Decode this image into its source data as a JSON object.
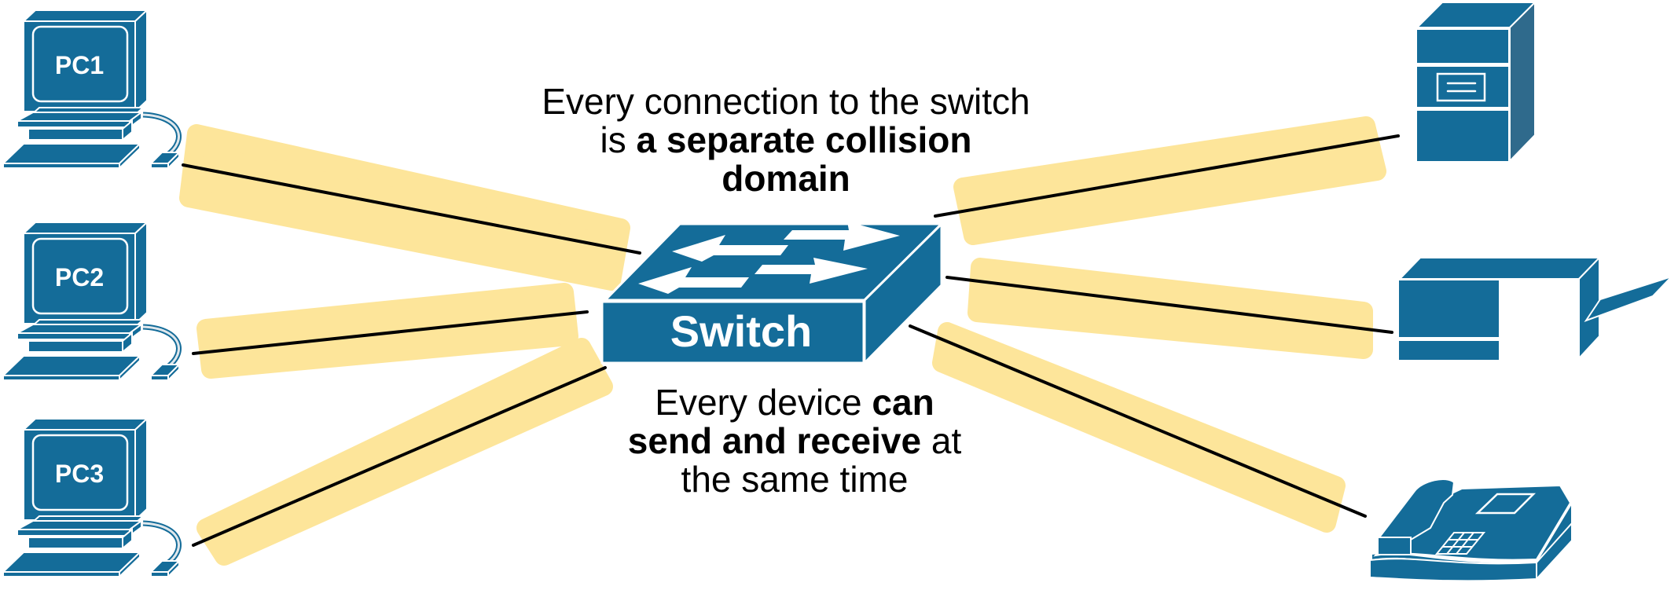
{
  "diagram": {
    "title": "Switch collision domains",
    "colors": {
      "device_blue": "#146c99",
      "device_side": "#2f6a8c",
      "highlight": "#fde59a",
      "link": "#000000",
      "outline": "#ffffff"
    },
    "switch": {
      "label": "Switch",
      "icon": "switch-arrows-icon"
    },
    "devices": [
      {
        "id": "pc1",
        "type": "pc",
        "label": "PC1",
        "side": "left"
      },
      {
        "id": "pc2",
        "type": "pc",
        "label": "PC2",
        "side": "left"
      },
      {
        "id": "pc3",
        "type": "pc",
        "label": "PC3",
        "side": "left"
      },
      {
        "id": "server",
        "type": "server",
        "label": "",
        "side": "right"
      },
      {
        "id": "printer",
        "type": "printer",
        "label": "",
        "side": "right"
      },
      {
        "id": "phone",
        "type": "ip-phone",
        "label": "",
        "side": "right"
      }
    ],
    "links": [
      {
        "from": "pc1",
        "to": "switch",
        "highlighted": true
      },
      {
        "from": "pc2",
        "to": "switch",
        "highlighted": true
      },
      {
        "from": "pc3",
        "to": "switch",
        "highlighted": true
      },
      {
        "from": "server",
        "to": "switch",
        "highlighted": true
      },
      {
        "from": "printer",
        "to": "switch",
        "highlighted": true
      },
      {
        "from": "phone",
        "to": "switch",
        "highlighted": true
      }
    ],
    "caption_top": {
      "line1": "Every connection to the switch",
      "line2_normal": "is ",
      "line2_bold": "a separate collision",
      "line3_bold": "domain"
    },
    "caption_bottom": {
      "line1_normal": "Every device ",
      "line1_bold": "can",
      "line2_bold": "send and receive",
      "line2_normal": " at",
      "line3_normal": "the same time"
    }
  }
}
